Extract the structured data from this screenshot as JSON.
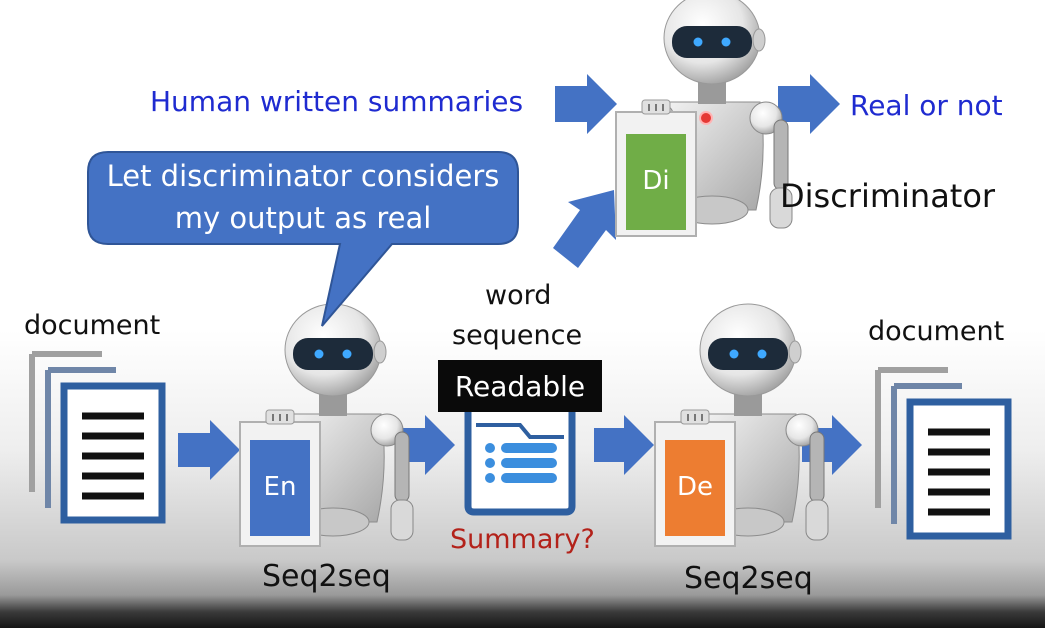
{
  "discriminator": {
    "input_label": "Human written summaries",
    "output_label": "Real or not",
    "chip_label": "Di",
    "caption": "Discriminator"
  },
  "callout": {
    "line1": "Let discriminator considers",
    "line2": "my output as real"
  },
  "encoder": {
    "input_label": "document",
    "chip_label": "En",
    "caption": "Seq2seq"
  },
  "middle": {
    "word_label": "word",
    "sequence_label": "sequence",
    "readable_label": "Readable",
    "summary_label": "Summary?"
  },
  "decoder": {
    "chip_label": "De",
    "caption": "Seq2seq",
    "output_label": "document"
  },
  "colors": {
    "arrow": "#4472c4",
    "label_blue": "#1f2bd0",
    "chip_green": "#70ad47",
    "chip_blue": "#4472c4",
    "chip_orange": "#ed7d31",
    "summary_red": "#b3221a"
  }
}
